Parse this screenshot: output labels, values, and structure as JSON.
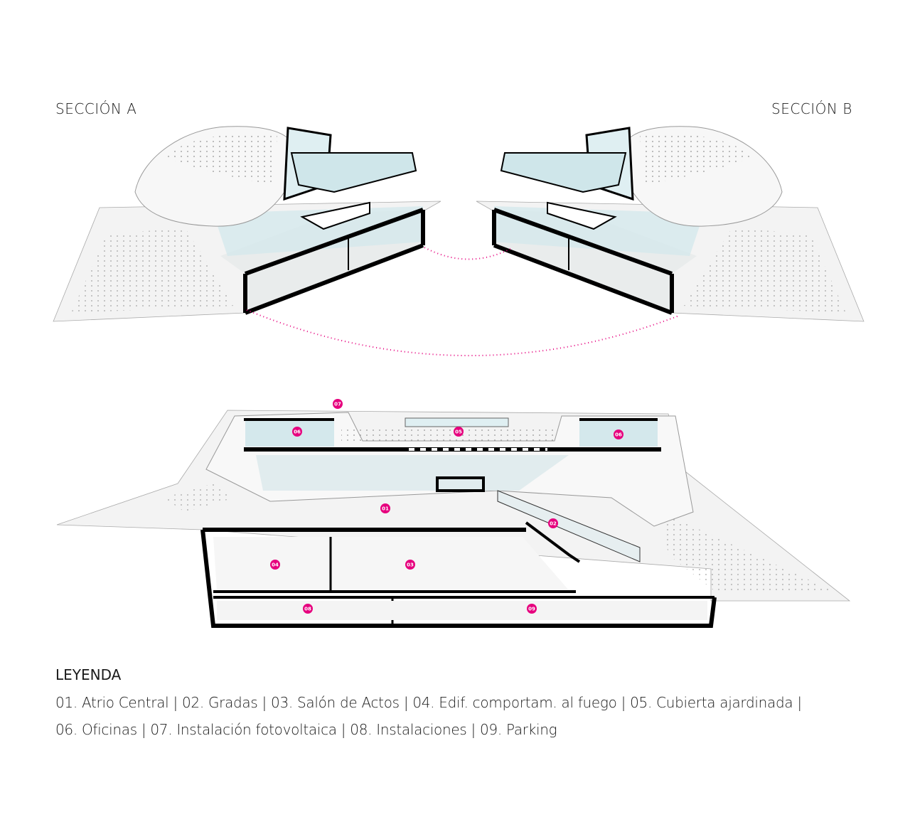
{
  "sections": {
    "a_title": "SECCIÓN A",
    "b_title": "SECCIÓN B"
  },
  "markers": [
    "07",
    "06",
    "05",
    "06",
    "01",
    "02",
    "04",
    "03",
    "08",
    "09"
  ],
  "legend": {
    "title": "LEYENDA",
    "line1": "01. Atrio Central | 02. Gradas | 03. Salón de Actos | 04. Edif. comportam. al fuego | 05. Cubierta ajardinada |",
    "line2": "06. Oficinas | 07. Instalación fotovoltaica | 08. Instalaciones | 09. Parking"
  },
  "colors": {
    "accent": "#e6007e",
    "glass": "#cfe6ea",
    "structure": "#000000",
    "surface": "#f2f2f2"
  }
}
